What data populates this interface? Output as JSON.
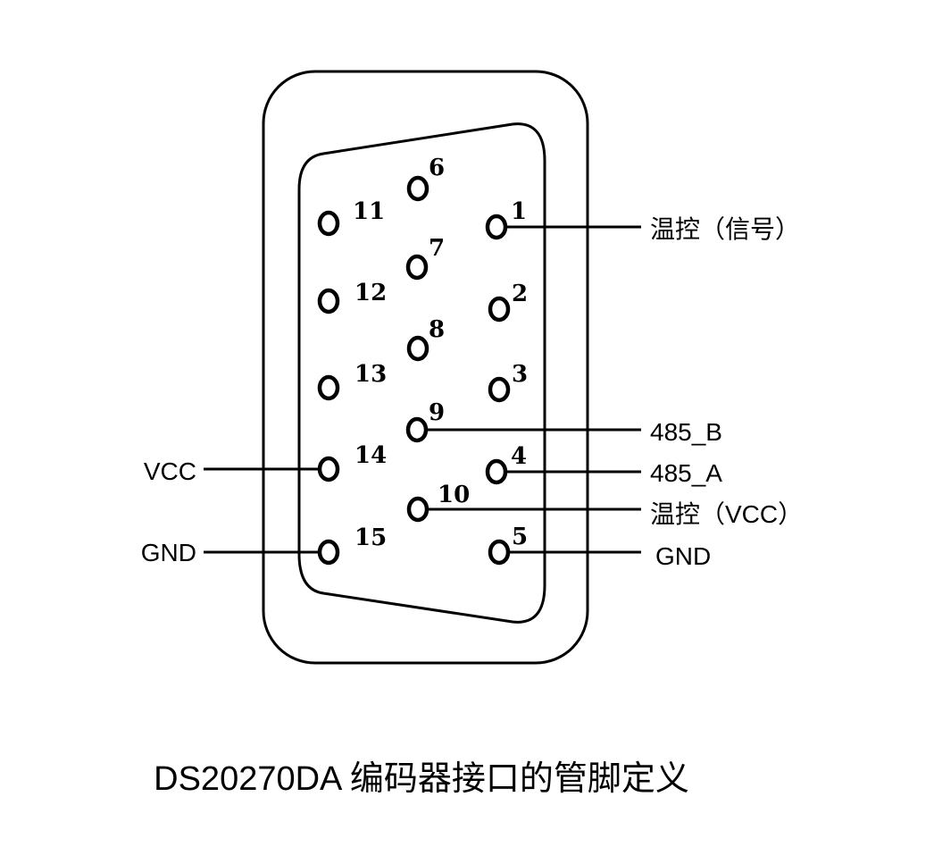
{
  "caption": "DS20270DA 编码器接口的管脚定义",
  "colors": {
    "stroke": "#000000",
    "text": "#000000",
    "background": "#ffffff"
  },
  "pins": [
    {
      "id": "1",
      "label": "1"
    },
    {
      "id": "2",
      "label": "2"
    },
    {
      "id": "3",
      "label": "3"
    },
    {
      "id": "4",
      "label": "4"
    },
    {
      "id": "5",
      "label": "5"
    },
    {
      "id": "6",
      "label": "6"
    },
    {
      "id": "7",
      "label": "7"
    },
    {
      "id": "8",
      "label": "8"
    },
    {
      "id": "9",
      "label": "9"
    },
    {
      "id": "10",
      "label": "10"
    },
    {
      "id": "11",
      "label": "11"
    },
    {
      "id": "12",
      "label": "12"
    },
    {
      "id": "13",
      "label": "13"
    },
    {
      "id": "14",
      "label": "14"
    },
    {
      "id": "15",
      "label": "15"
    }
  ],
  "signals": [
    {
      "pin": "1",
      "label": "温控（信号）"
    },
    {
      "pin": "9",
      "label": "485_B"
    },
    {
      "pin": "4",
      "label": "485_A"
    },
    {
      "pin": "10",
      "label": "温控（VCC）"
    },
    {
      "pin": "5",
      "label": "GND"
    },
    {
      "pin": "14",
      "label": "VCC"
    },
    {
      "pin": "15",
      "label": "GND"
    }
  ]
}
